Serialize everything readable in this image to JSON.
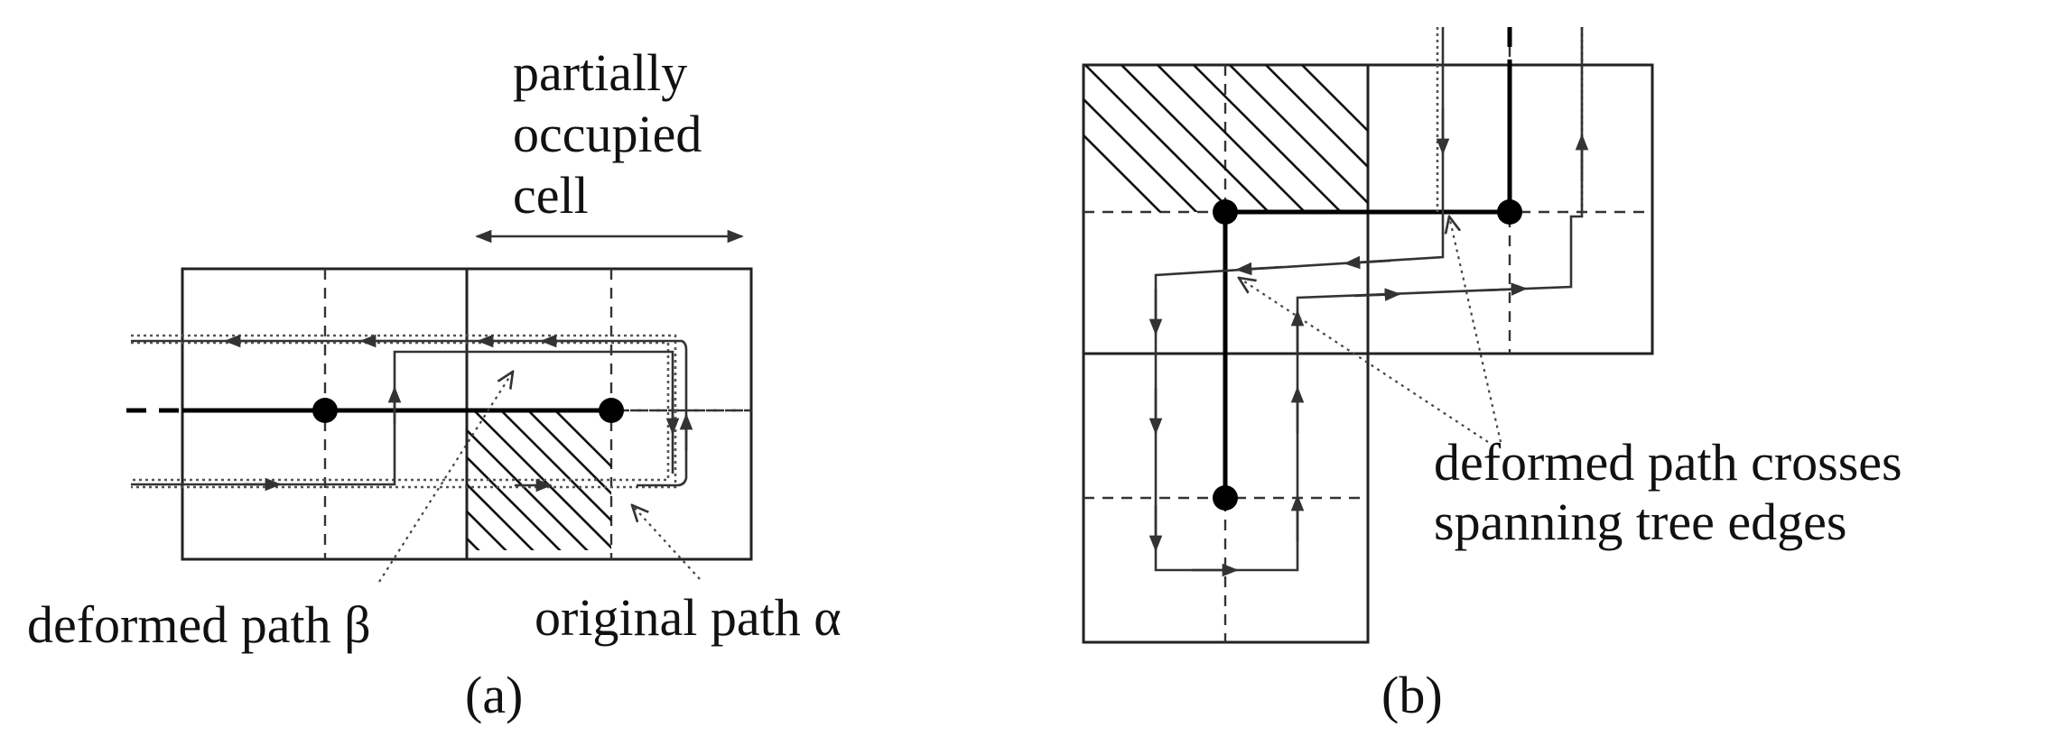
{
  "panel_a": {
    "caption": "(a)",
    "label_partial_line1": "partially",
    "label_partial_line2": "occupied",
    "label_partial_line3": "cell",
    "label_deformed": "deformed path β",
    "label_original": "original path α"
  },
  "panel_b": {
    "caption": "(b)",
    "label_line1": "deformed path crosses",
    "label_line2": "spanning tree edges"
  },
  "colors": {
    "ink": "#111111",
    "background": "#ffffff"
  }
}
